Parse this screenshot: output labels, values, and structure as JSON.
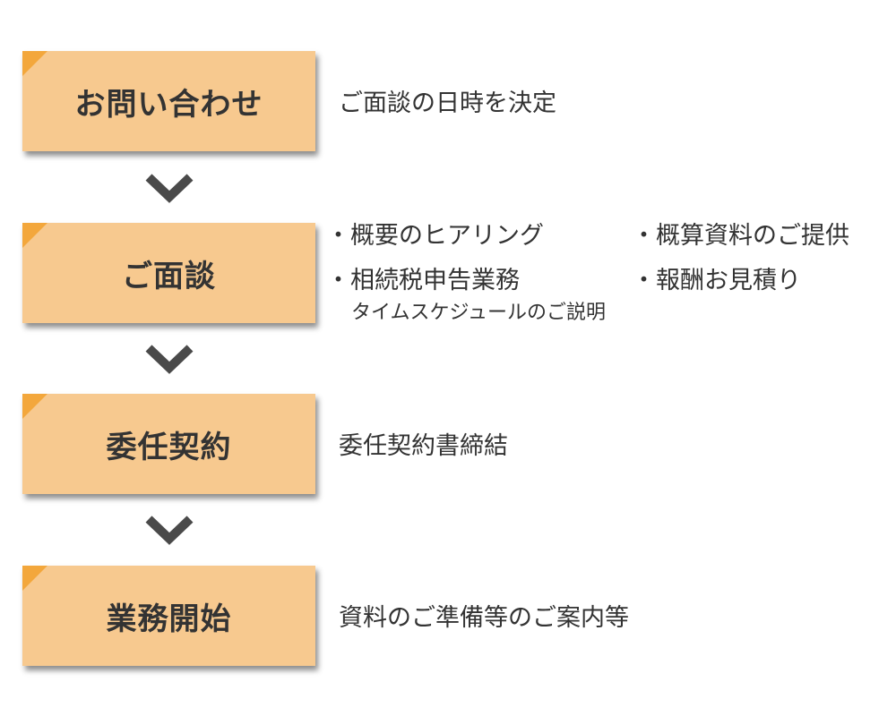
{
  "steps": [
    {
      "label": "お問い合わせ",
      "descriptions": [
        "ご面談の日時を決定"
      ]
    },
    {
      "label": "ご面談",
      "descriptions": [
        "・概要のヒアリング",
        "・概算資料のご提供",
        "・相続税申告業務",
        "・報酬お見積り"
      ],
      "sub_description": "タイムスケジュールのご説明"
    },
    {
      "label": "委任契約",
      "descriptions": [
        "委任契約書締結"
      ]
    },
    {
      "label": "業務開始",
      "descriptions": [
        "資料のご準備等のご案内等"
      ]
    }
  ],
  "colors": {
    "box_fill": "#f7c98f",
    "box_corner": "#f3a73c",
    "chevron": "#4a4a4a",
    "text": "#333333"
  },
  "icons": {
    "arrow": "chevron-down-icon"
  }
}
